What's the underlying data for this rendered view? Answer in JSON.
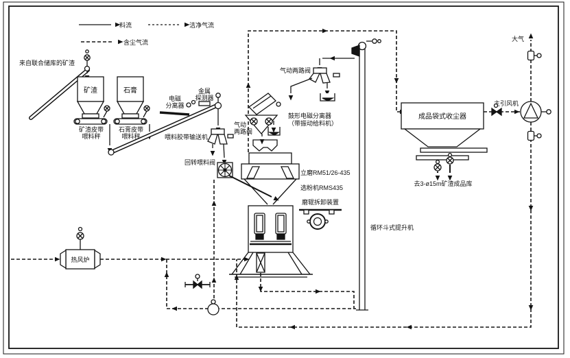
{
  "legend": {
    "material_flow": "料流",
    "clean_gas": "洁净气流",
    "dust_gas": "含尘气流"
  },
  "labels": {
    "source": "来自联合储库的矿渣",
    "silo_slag": "矿渣",
    "silo_gypsum": "石膏",
    "feeder_slag_1": "矿渣皮带",
    "feeder_slag_2": "喂料秤",
    "feeder_gypsum_1": "石膏皮带",
    "feeder_gypsum_2": "喂料秤",
    "em_sep_1": "电磁",
    "em_sep_2": "分离器",
    "metal_det_1": "金属",
    "metal_det_2": "探测器",
    "feed_conveyor": "喂料胶带输送机",
    "pneu_valve_lower_1": "气动",
    "pneu_valve_lower_2": "两路阀",
    "rotary_valve": "回转喂料阀",
    "pneu_valve_upper": "气动两路阀",
    "drum_sep_1": "鼓形电磁分离器",
    "drum_sep_2": "（带振动给料机）",
    "mill": "立磨RM51/26-435",
    "classifier": "选粉机RMS435",
    "roller_device": "磨辊拆卸装置",
    "elevator": "循环斗式提升机",
    "collector": "成品袋式收尘器",
    "to_silo": "去3-ø15m矿渣成品库",
    "fan": "主引风机",
    "atmosphere": "大气",
    "furnace": "热风炉"
  },
  "colors": {
    "line": "#141414",
    "paper": "#ffffff"
  }
}
